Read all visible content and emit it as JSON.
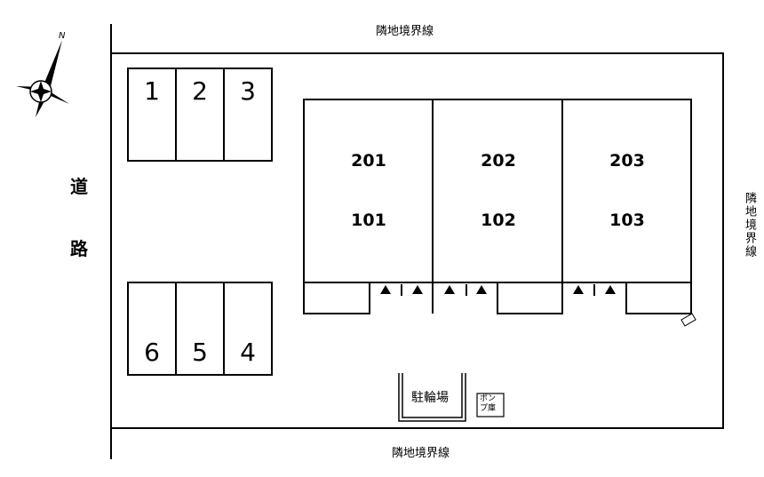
{
  "boundary": {
    "top": "隣地境界線",
    "bottom": "隣地境界線",
    "right": "隣地境界線"
  },
  "road": {
    "char1": "道",
    "char2": "路"
  },
  "compass": {
    "north": "N"
  },
  "parking": {
    "top_row": [
      "1",
      "2",
      "3"
    ],
    "bottom_row": [
      "6",
      "5",
      "4"
    ]
  },
  "units": [
    {
      "upper": "201",
      "lower": "101"
    },
    {
      "upper": "202",
      "lower": "102"
    },
    {
      "upper": "203",
      "lower": "103"
    }
  ],
  "bicycle_parking": "駐輪場",
  "pump_room": {
    "line1": "ポン",
    "line2": "プ庫"
  },
  "colors": {
    "line": "#000000",
    "background": "#ffffff"
  }
}
